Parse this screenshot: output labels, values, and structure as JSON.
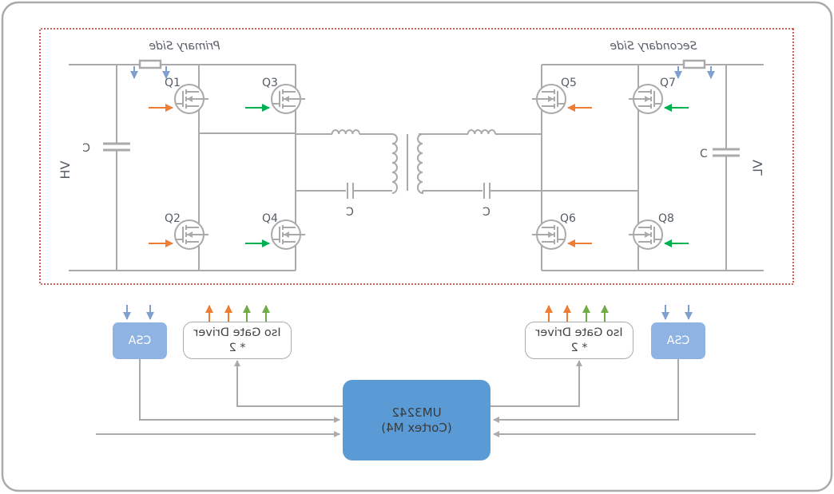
{
  "diagram": {
    "mirrored_horizontally": true,
    "colors": {
      "outer_border": "#aaaaaa",
      "dashed_region": "#c00000",
      "wire": "#aaaaaa",
      "gate_green": "#00b050",
      "gate_orange": "#ed7d31",
      "driver_green": "#70ad47",
      "sense_blue": "#7f9fcf",
      "mcu_fill": "#5b9bd5",
      "csa_fill": "#8fb4e3"
    },
    "primary": {
      "title": "Primary Side",
      "voltage_label": "VH",
      "cap_label": "C",
      "series_cap_label": "C",
      "transistors": [
        "Q1",
        "Q2",
        "Q3",
        "Q4"
      ]
    },
    "secondary": {
      "title": "Secondary Side",
      "voltage_label": "VL",
      "cap_label": "C",
      "series_cap_label": "C",
      "transistors": [
        "Q5",
        "Q6",
        "Q7",
        "Q8"
      ]
    },
    "blocks": {
      "mcu_line1": "UM3242",
      "mcu_line2": "(Cortex M4)",
      "csa_left": "CSA",
      "csa_right": "CSA",
      "gate_driver_line1": "Iso Gate Driver",
      "gate_driver_line2": "* 2"
    }
  }
}
